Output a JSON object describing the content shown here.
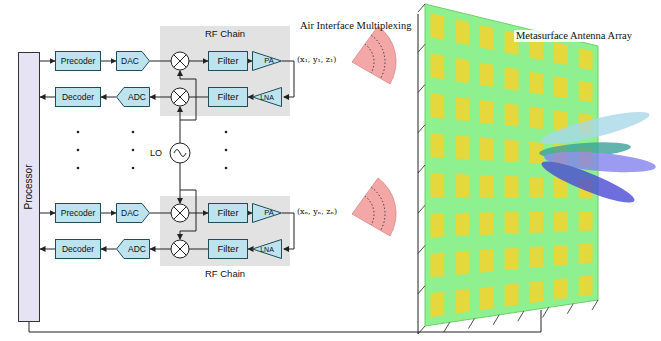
{
  "diagram": {
    "nodes": [
      {
        "text": [
          "Processor"
        ]
      },
      {
        "text": [
          "Precoder"
        ]
      },
      {
        "text": [
          "DAC"
        ]
      },
      {
        "text": [
          "Decoder"
        ]
      },
      {
        "text": [
          "ADC"
        ]
      },
      {
        "text": [
          "RF Chain"
        ]
      },
      {
        "text": [
          "Filter"
        ],
        "in": 5
      },
      {
        "text": [
          "PA"
        ],
        "in": 5
      },
      {
        "text": [
          "Filter"
        ],
        "in": 5
      },
      {
        "text": [
          "LNA"
        ],
        "in": 5
      },
      {
        "text": [
          "LO"
        ]
      },
      {
        "text": [
          "Precoder"
        ]
      },
      {
        "text": [
          "DAC"
        ]
      },
      {
        "text": [
          "Decoder"
        ]
      },
      {
        "text": [
          "ADC"
        ]
      },
      {
        "text": [
          "RF Chain"
        ]
      },
      {
        "text": [
          "Filter"
        ],
        "in": 15
      },
      {
        "text": [
          "PA"
        ],
        "in": 15
      },
      {
        "text": [
          "Filter"
        ],
        "in": 15
      },
      {
        "text": [
          "LNA"
        ],
        "in": 15
      }
    ],
    "edges": [
      {
        "from": 0,
        "to": 1,
        "arrow": "to"
      },
      {
        "from": 1,
        "to": 2,
        "arrow": "to"
      },
      {
        "from": 2,
        "to": 6,
        "arrow": "to"
      },
      {
        "from": 6,
        "to": 7,
        "arrow": "to"
      },
      {
        "from": 9,
        "to": 8,
        "arrow": "to"
      },
      {
        "from": 8,
        "to": 4,
        "arrow": "to"
      },
      {
        "from": 4,
        "to": 3,
        "arrow": "to"
      },
      {
        "from": 3,
        "to": 0,
        "arrow": "to"
      },
      {
        "from": 0,
        "to": 11,
        "arrow": "to"
      },
      {
        "from": 11,
        "to": 12,
        "arrow": "to"
      },
      {
        "from": 12,
        "to": 16,
        "arrow": "to"
      },
      {
        "from": 16,
        "to": 17,
        "arrow": "to"
      },
      {
        "from": 19,
        "to": 18,
        "arrow": "to"
      },
      {
        "from": 18,
        "to": 14,
        "arrow": "to"
      },
      {
        "from": 14,
        "to": 13,
        "arrow": "to"
      },
      {
        "from": 13,
        "to": 0,
        "arrow": "to"
      }
    ],
    "labels": [
      "Air Interface Multiplexing",
      "(x₁, y₁, z₁)",
      "(xₙ, yₙ, zₙ)",
      "Metasurface Antenna Array"
    ]
  }
}
